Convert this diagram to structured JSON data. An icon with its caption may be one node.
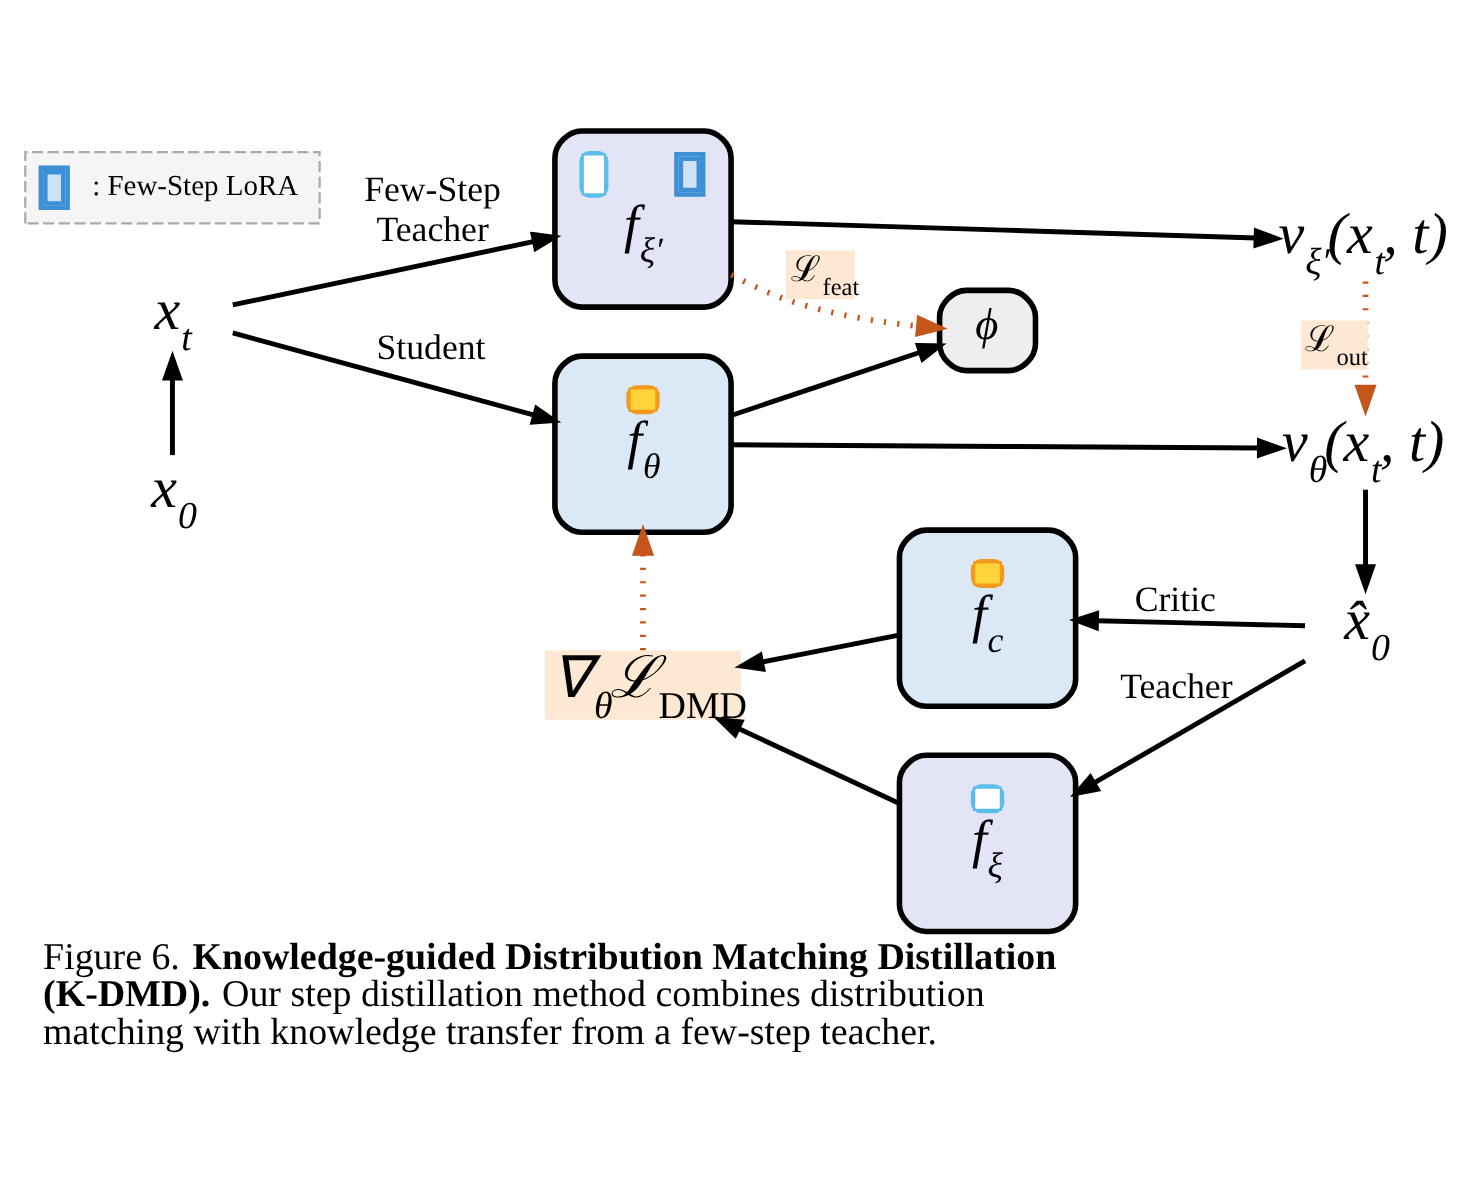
{
  "diagram": {
    "caption": "Figure 6. **Knowledge-guided Distribution Matching Distillation (K-DMD).** Our step distillation method combines distribution matching with knowledge transfer from a few-step teacher.",
    "nodes": [
      {
        "text": [
          "x$_{t}$"
        ]
      },
      {
        "text": [
          "x$_{0}$"
        ]
      },
      {
        "text": [
          "f$_{ξ′}$"
        ]
      },
      {
        "text": [
          "v$_{ξ′}$(x$_{t}$, t)"
        ]
      },
      {
        "text": [
          "f$_{θ}$"
        ]
      },
      {
        "text": [
          "ϕ"
        ]
      },
      {
        "text": [
          "v$_{θ}$(x$_{t}$, t)"
        ]
      },
      {
        "text": [
          "x̂$_{0}$"
        ]
      },
      {
        "text": [
          "f$_{c}$"
        ]
      },
      {
        "text": [
          "f$_{ξ}$"
        ]
      },
      {
        "text": [
          "∇$_{θ}$ℒ$_{DMD}$"
        ]
      }
    ],
    "edges": [
      {
        "from": 1,
        "to": 0,
        "arrow": "to"
      },
      {
        "from": 0,
        "to": 2,
        "arrow": "to",
        "label": "Few-Step Teacher"
      },
      {
        "from": 0,
        "to": 4,
        "arrow": "to",
        "label": "Student"
      },
      {
        "from": 2,
        "to": 3,
        "arrow": "to"
      },
      {
        "from": 4,
        "to": 5,
        "arrow": "to"
      },
      {
        "from": 4,
        "to": 6,
        "arrow": "to"
      },
      {
        "from": 2,
        "to": 5,
        "arrow": "to",
        "label": "ℒ$_{feat}$",
        "style": "dashed",
        "color": "#c4561b"
      },
      {
        "from": 3,
        "to": 6,
        "arrow": "to",
        "label": "ℒ$_{out}$",
        "style": "dashed",
        "color": "#c4561b"
      },
      {
        "from": 6,
        "to": 7,
        "arrow": "to"
      },
      {
        "from": 7,
        "to": 8,
        "arrow": "to",
        "label": "Critic"
      },
      {
        "from": 7,
        "to": 9,
        "arrow": "to",
        "label": "Teacher"
      },
      {
        "from": 8,
        "to": 10,
        "arrow": "to"
      },
      {
        "from": 9,
        "to": 10,
        "arrow": "to"
      },
      {
        "from": 10,
        "to": 4,
        "arrow": "to",
        "style": "dashed",
        "color": "#c4561b"
      }
    ],
    "legend": [
      {
        "text": ": Few-Step LoRA"
      }
    ]
  }
}
